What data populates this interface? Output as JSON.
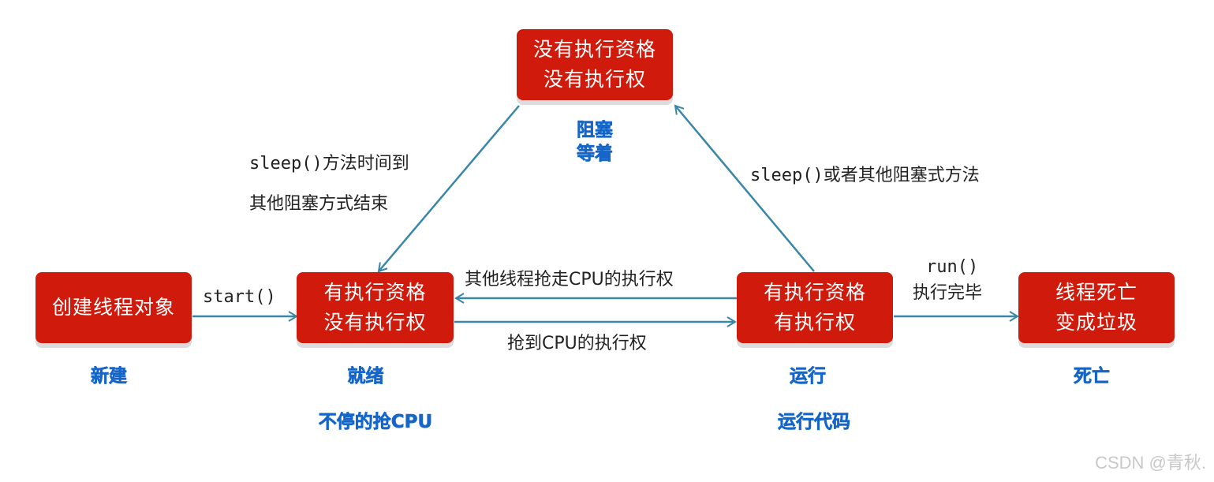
{
  "diagram": {
    "title": "Java thread lifecycle",
    "colors": {
      "box_fill": "#d01a0c",
      "box_text": "#ffffff",
      "state_label": "#1566c8",
      "arrow": "#3a86a8",
      "edge_text": "#222222"
    },
    "nodes": {
      "new": {
        "lines": [
          "创建线程对象"
        ],
        "label": [
          "新建"
        ]
      },
      "runnable": {
        "lines": [
          "有执行资格",
          "没有执行权"
        ],
        "label": [
          "就绪",
          "不停的抢CPU"
        ]
      },
      "running": {
        "lines": [
          "有执行资格",
          "有执行权"
        ],
        "label": [
          "运行",
          "运行代码"
        ]
      },
      "dead": {
        "lines": [
          "线程死亡",
          "变成垃圾"
        ],
        "label": [
          "死亡"
        ]
      },
      "blocked": {
        "lines": [
          "没有执行资格",
          "没有执行权"
        ],
        "label": [
          "阻塞",
          "等着"
        ]
      }
    },
    "edges": {
      "new_to_runnable": {
        "from": "new",
        "to": "runnable",
        "label": "start()"
      },
      "running_to_runnable": {
        "from": "running",
        "to": "runnable",
        "label": "其他线程抢走CPU的执行权"
      },
      "runnable_to_running": {
        "from": "runnable",
        "to": "running",
        "label": "抢到CPU的执行权"
      },
      "running_to_dead": {
        "from": "running",
        "to": "dead",
        "label_line1": "run()",
        "label_line2": "执行完毕"
      },
      "blocked_to_runnable": {
        "from": "blocked",
        "to": "runnable",
        "label_line1": "sleep()方法时间到",
        "label_line2": "其他阻塞方式结束"
      },
      "running_to_blocked": {
        "from": "running",
        "to": "blocked",
        "label": "sleep()或者其他阻塞式方法"
      }
    }
  },
  "watermark": "CSDN @青秋."
}
